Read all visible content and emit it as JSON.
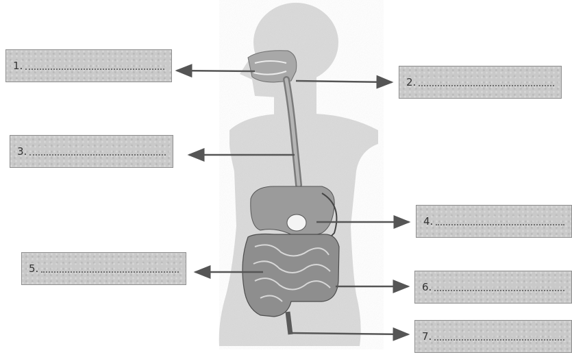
{
  "labels": [
    {
      "number": "1."
    },
    {
      "number": "2."
    },
    {
      "number": "3."
    },
    {
      "number": "4."
    },
    {
      "number": "5."
    },
    {
      "number": "6."
    },
    {
      "number": "7."
    }
  ],
  "colors": {
    "box_fill": "#c9c9c9",
    "box_border": "#8e8e8e",
    "arrow": "#555555",
    "body_silhouette": "#d9d9d9",
    "organ_fill": "#9a9a9a"
  },
  "icons": {
    "arrow": "arrow-icon"
  }
}
